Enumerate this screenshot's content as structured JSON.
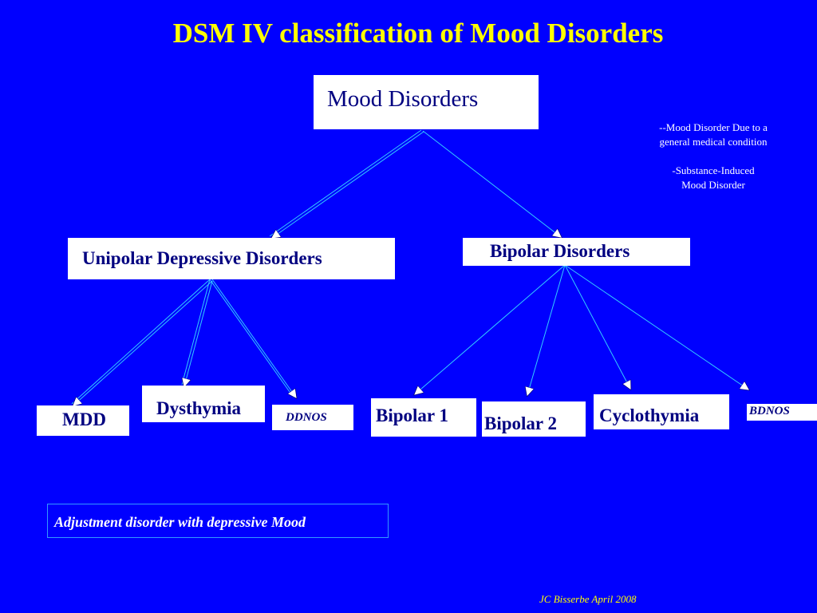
{
  "title": "DSM IV classification of Mood Disorders",
  "nodes": {
    "root": "Mood Disorders",
    "unipolar": "Unipolar Depressive  Disorders",
    "bipolar": "Bipolar Disorders",
    "mdd": "MDD",
    "dysthymia": "Dysthymia",
    "ddnos": "DDNOS",
    "bipolar1": "Bipolar  1",
    "bipolar2": "Bipolar 2",
    "cyclothymia": "Cyclothymia",
    "bdnos": "BDNOS"
  },
  "side_note": {
    "line1": "--Mood Disorder Due to a",
    "line2": "general medical condition",
    "line3": "-Substance-Induced",
    "line4": "Mood Disorder"
  },
  "adjustment": "Adjustment disorder with depressive Mood",
  "footer": "JC Bisserbe April  2008",
  "colors": {
    "background": "#0000FF",
    "title": "#FFFF00",
    "box_text": "#000080",
    "connector": "#33CCFF"
  }
}
